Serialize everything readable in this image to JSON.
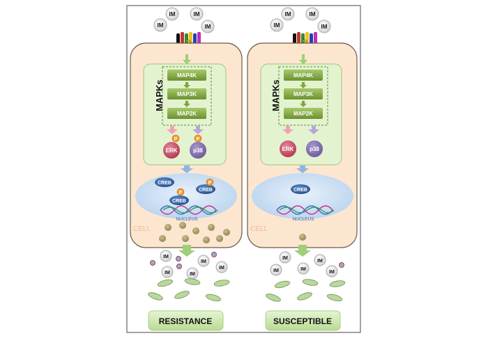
{
  "left_panel": {
    "ligand": "IM",
    "receptor_mark": "?",
    "cascade_label": "MAPKs",
    "kinases": [
      "MAP4K",
      "MAP3K",
      "MAP2K"
    ],
    "phospho": "P",
    "erk": "ERK",
    "p38": "p38",
    "creb": "CREB",
    "nucleus": "NUCLEUS",
    "cell": "CELL",
    "outcome": "RESISTANCE"
  },
  "right_panel": {
    "ligand": "IM",
    "receptor_mark": "?",
    "cascade_label": "MAPKs",
    "kinases": [
      "MAP4K",
      "MAP3K",
      "MAP2K"
    ],
    "erk": "ERK",
    "p38": "p38",
    "creb": "CREB",
    "nucleus": "NUCLEUS",
    "cell": "CELL",
    "outcome": "SUSCEPTIBLE"
  },
  "colors": {
    "cell_fill": "#fde6cf",
    "cascade_fill": "#e3f3cf",
    "kinase_fill": "#7fa63a",
    "nucleus_fill": "#cfe2f5",
    "erk": "#c2455f",
    "p38": "#7b6aa8",
    "creb": "#2f5f9e",
    "phospho": "#f29a2e",
    "outcome_fill": "#c8e6a8"
  },
  "icons": [
    "im-ligand-icon",
    "receptor-icon",
    "dna-icon",
    "insect-icon",
    "vesicle-icon"
  ]
}
